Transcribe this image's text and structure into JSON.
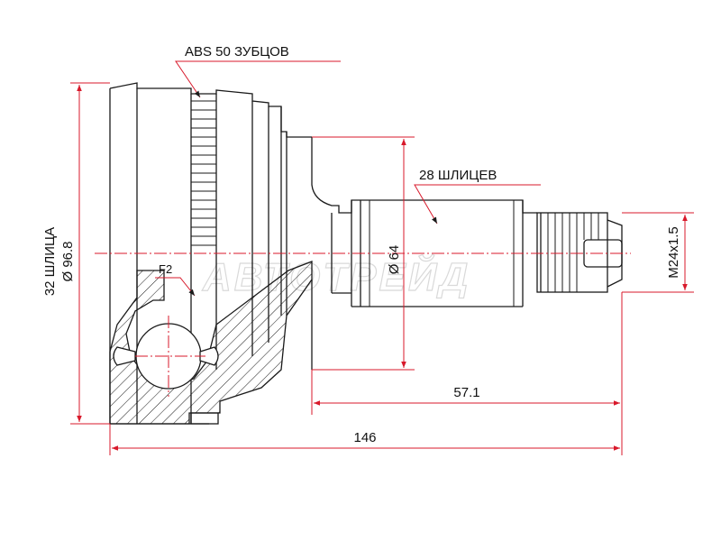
{
  "labels": {
    "abs": "ABS 50 ЗУБЦОВ",
    "spline_outer": "28 ШЛИЦЕВ",
    "f2": "F2",
    "dia_shaft": "Ø 64",
    "thread": "M24x1.5",
    "spline_inner": "32 ШЛИЦА",
    "dia_body": "Ø 96.8",
    "len_shaft": "57.1",
    "len_total": "146"
  },
  "watermark": "АВТОТРЕЙД",
  "colors": {
    "outline": "#1a1a1a",
    "dimension": "#d8192b",
    "hatch": "#1a1a1a"
  }
}
